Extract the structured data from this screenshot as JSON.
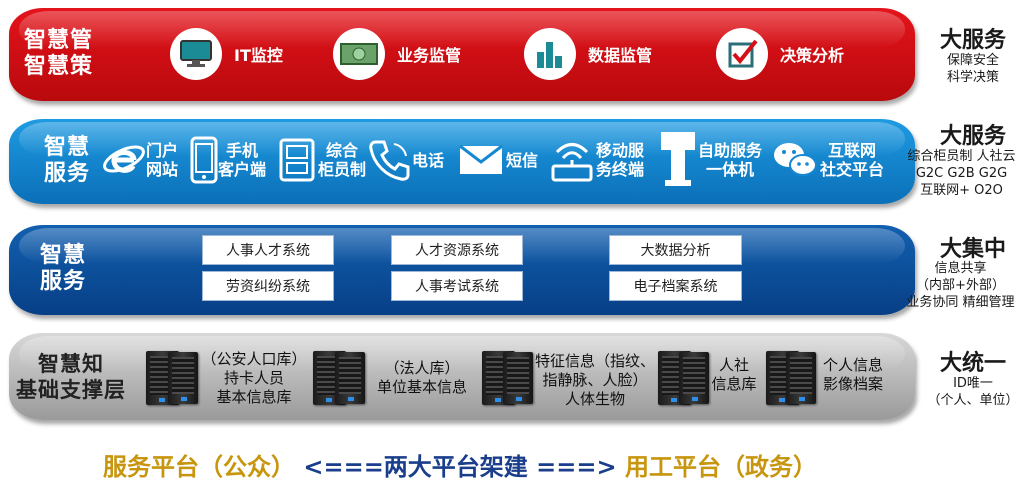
{
  "bands": {
    "governance": {
      "title": [
        "智慧管",
        "智慧策"
      ],
      "items": [
        {
          "label": "IT监控",
          "icon": "monitor-icon"
        },
        {
          "label": "业务监管",
          "icon": "cash-icon"
        },
        {
          "label": "数据监管",
          "icon": "bar-chart-icon"
        },
        {
          "label": "决策分析",
          "icon": "checkbox-icon"
        }
      ]
    },
    "service_channels": {
      "title": [
        "智慧",
        "服务"
      ],
      "channels": [
        {
          "lines": [
            "门户",
            "网站"
          ],
          "icon": "ie-browser-icon"
        },
        {
          "lines": [
            "手机",
            "客户端"
          ],
          "icon": "mobile-phone-icon"
        },
        {
          "lines": [
            "综合",
            "柜员制"
          ],
          "icon": "counter-terminal-icon"
        },
        {
          "lines": [
            "电话"
          ],
          "icon": "telephone-icon"
        },
        {
          "lines": [
            "短信"
          ],
          "icon": "envelope-icon"
        },
        {
          "lines": [
            "移动服",
            "务终端"
          ],
          "icon": "wifi-router-icon"
        },
        {
          "lines": [
            "自助服务",
            "一体机"
          ],
          "icon": "kiosk-icon"
        },
        {
          "lines": [
            "互联网",
            "社交平台"
          ],
          "icon": "wechat-icon"
        }
      ]
    },
    "systems": {
      "title": [
        "智慧",
        "服务"
      ],
      "boxes": [
        "人事人才系统",
        "人才资源系统",
        "大数据分析",
        "劳资纠纷系统",
        "人事考试系统",
        "电子档案系统"
      ]
    },
    "foundation": {
      "title": [
        "智慧知",
        "基础支撑层"
      ],
      "databases": [
        {
          "lines": [
            "（公安人口库）",
            "持卡人员",
            "基本信息库"
          ]
        },
        {
          "lines": [
            "（法人库）",
            "单位基本信息"
          ]
        },
        {
          "lines": [
            "特征信息（指纹、",
            "指静脉、人脸）",
            "人体生物"
          ]
        },
        {
          "lines": [
            "人社",
            "信息库"
          ]
        },
        {
          "lines": [
            "个人信息",
            "影像档案"
          ]
        }
      ]
    }
  },
  "right_panel": [
    {
      "heading": "大服务",
      "lines": [
        "保障安全",
        "科学决策"
      ]
    },
    {
      "heading": "大服务",
      "lines": [
        "综合柜员制 人社云",
        "G2C G2B G2G",
        "互联网+  O2O"
      ]
    },
    {
      "heading": "大集中",
      "lines": [
        "信息共享",
        "（内部+外部）",
        "业务协同  精细管理"
      ]
    },
    {
      "heading": "大统一",
      "lines": [
        "ID唯一",
        "（个人、单位）"
      ]
    }
  ],
  "footer": {
    "left": "服务平台（公众）",
    "middle": " <===两大平台架建 ===> ",
    "right": "用工平台（政务）"
  },
  "colors": {
    "red_band": "#d41016",
    "light_blue_band": "#1588d2",
    "dark_blue_band": "#0b4f9e",
    "gray_band": "#b5b5b5",
    "footer_gold": "#c8950e",
    "footer_blue": "#1a3e8c"
  }
}
